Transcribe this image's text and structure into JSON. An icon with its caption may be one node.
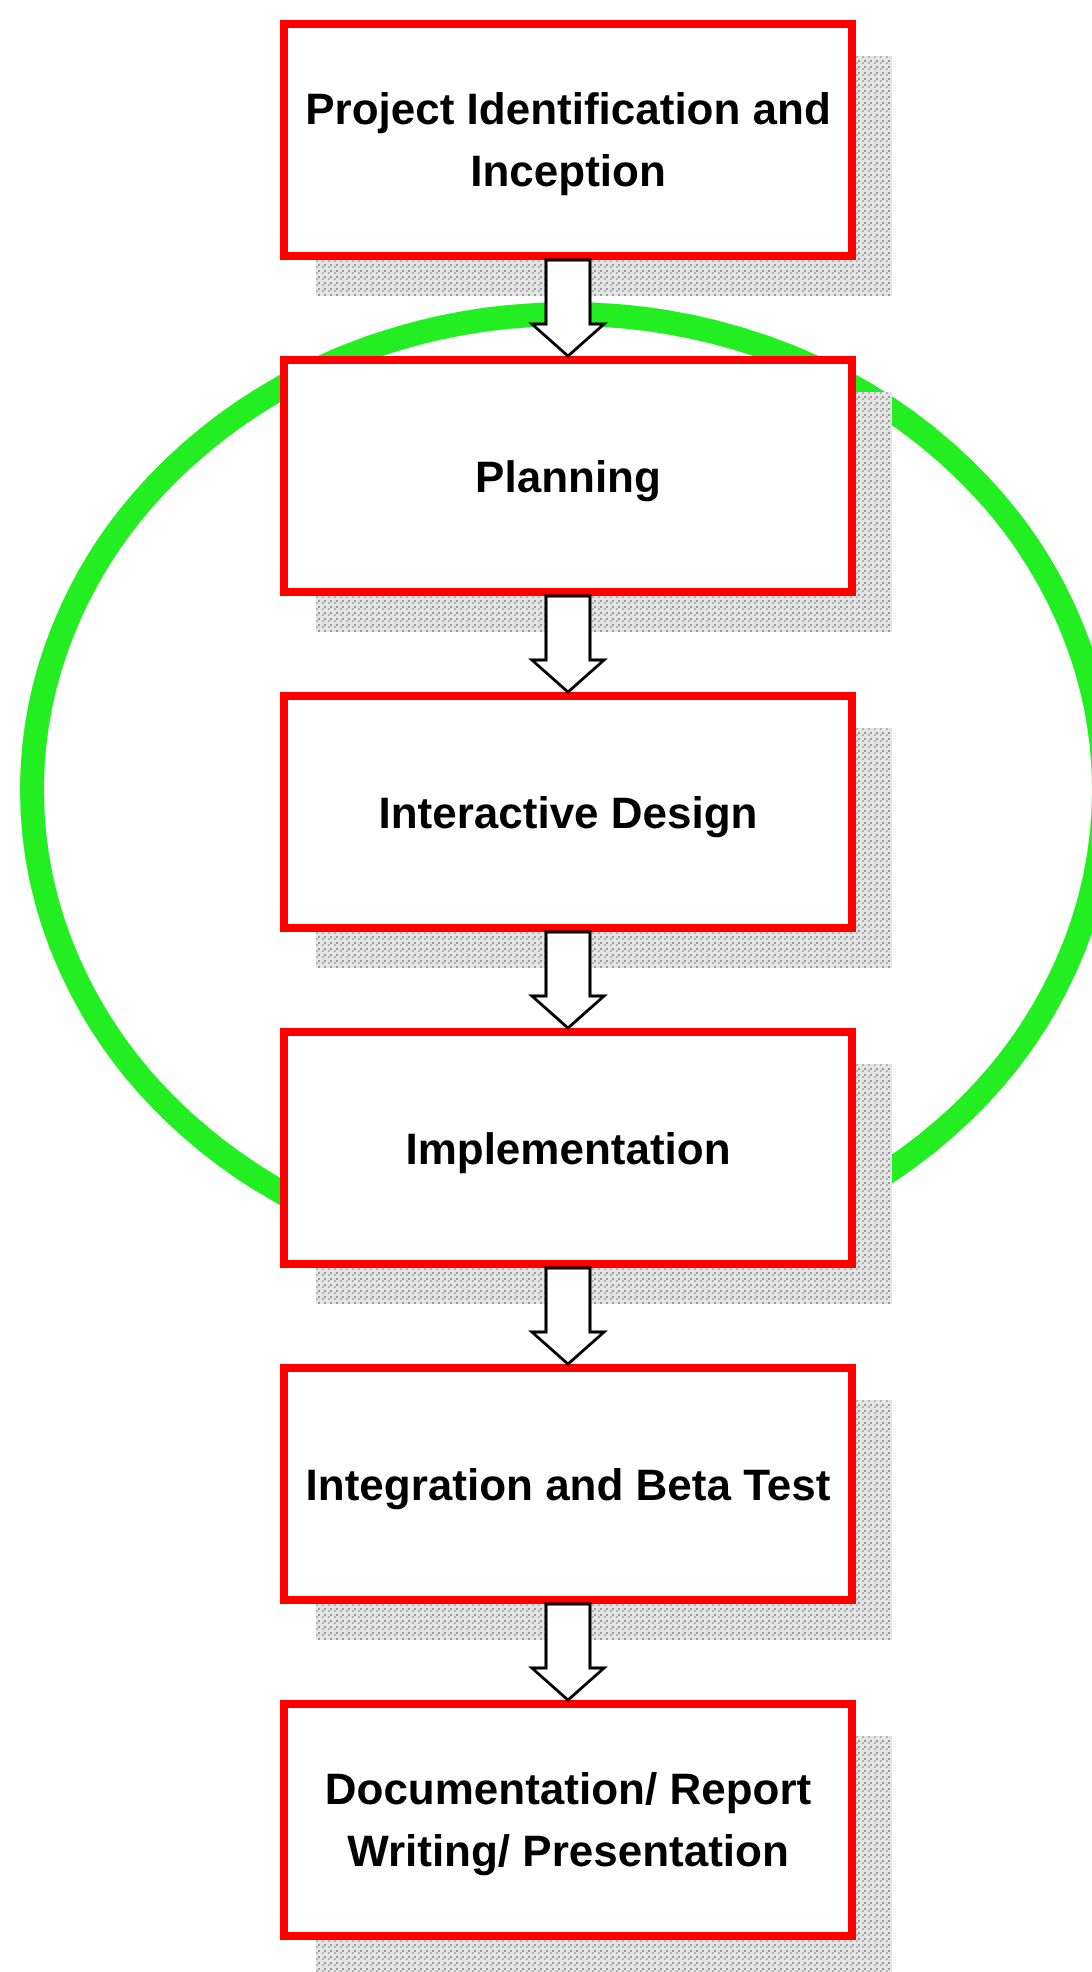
{
  "diagram": {
    "nodes": [
      {
        "text": [
          "Project Identification and Inception"
        ]
      },
      {
        "text": [
          "Planning"
        ]
      },
      {
        "text": [
          "Interactive Design"
        ]
      },
      {
        "text": [
          "Implementation"
        ]
      },
      {
        "text": [
          "Integration and Beta Test"
        ]
      },
      {
        "text": [
          "Documentation/ Report Writing/ Presentation"
        ]
      }
    ],
    "edges": [
      {
        "from": 0,
        "to": 1,
        "arrow": "to"
      },
      {
        "from": 1,
        "to": 2,
        "arrow": "to"
      },
      {
        "from": 2,
        "to": 3,
        "arrow": "to"
      },
      {
        "from": 3,
        "to": 4,
        "arrow": "to"
      },
      {
        "from": 4,
        "to": 5,
        "arrow": "to"
      }
    ]
  }
}
